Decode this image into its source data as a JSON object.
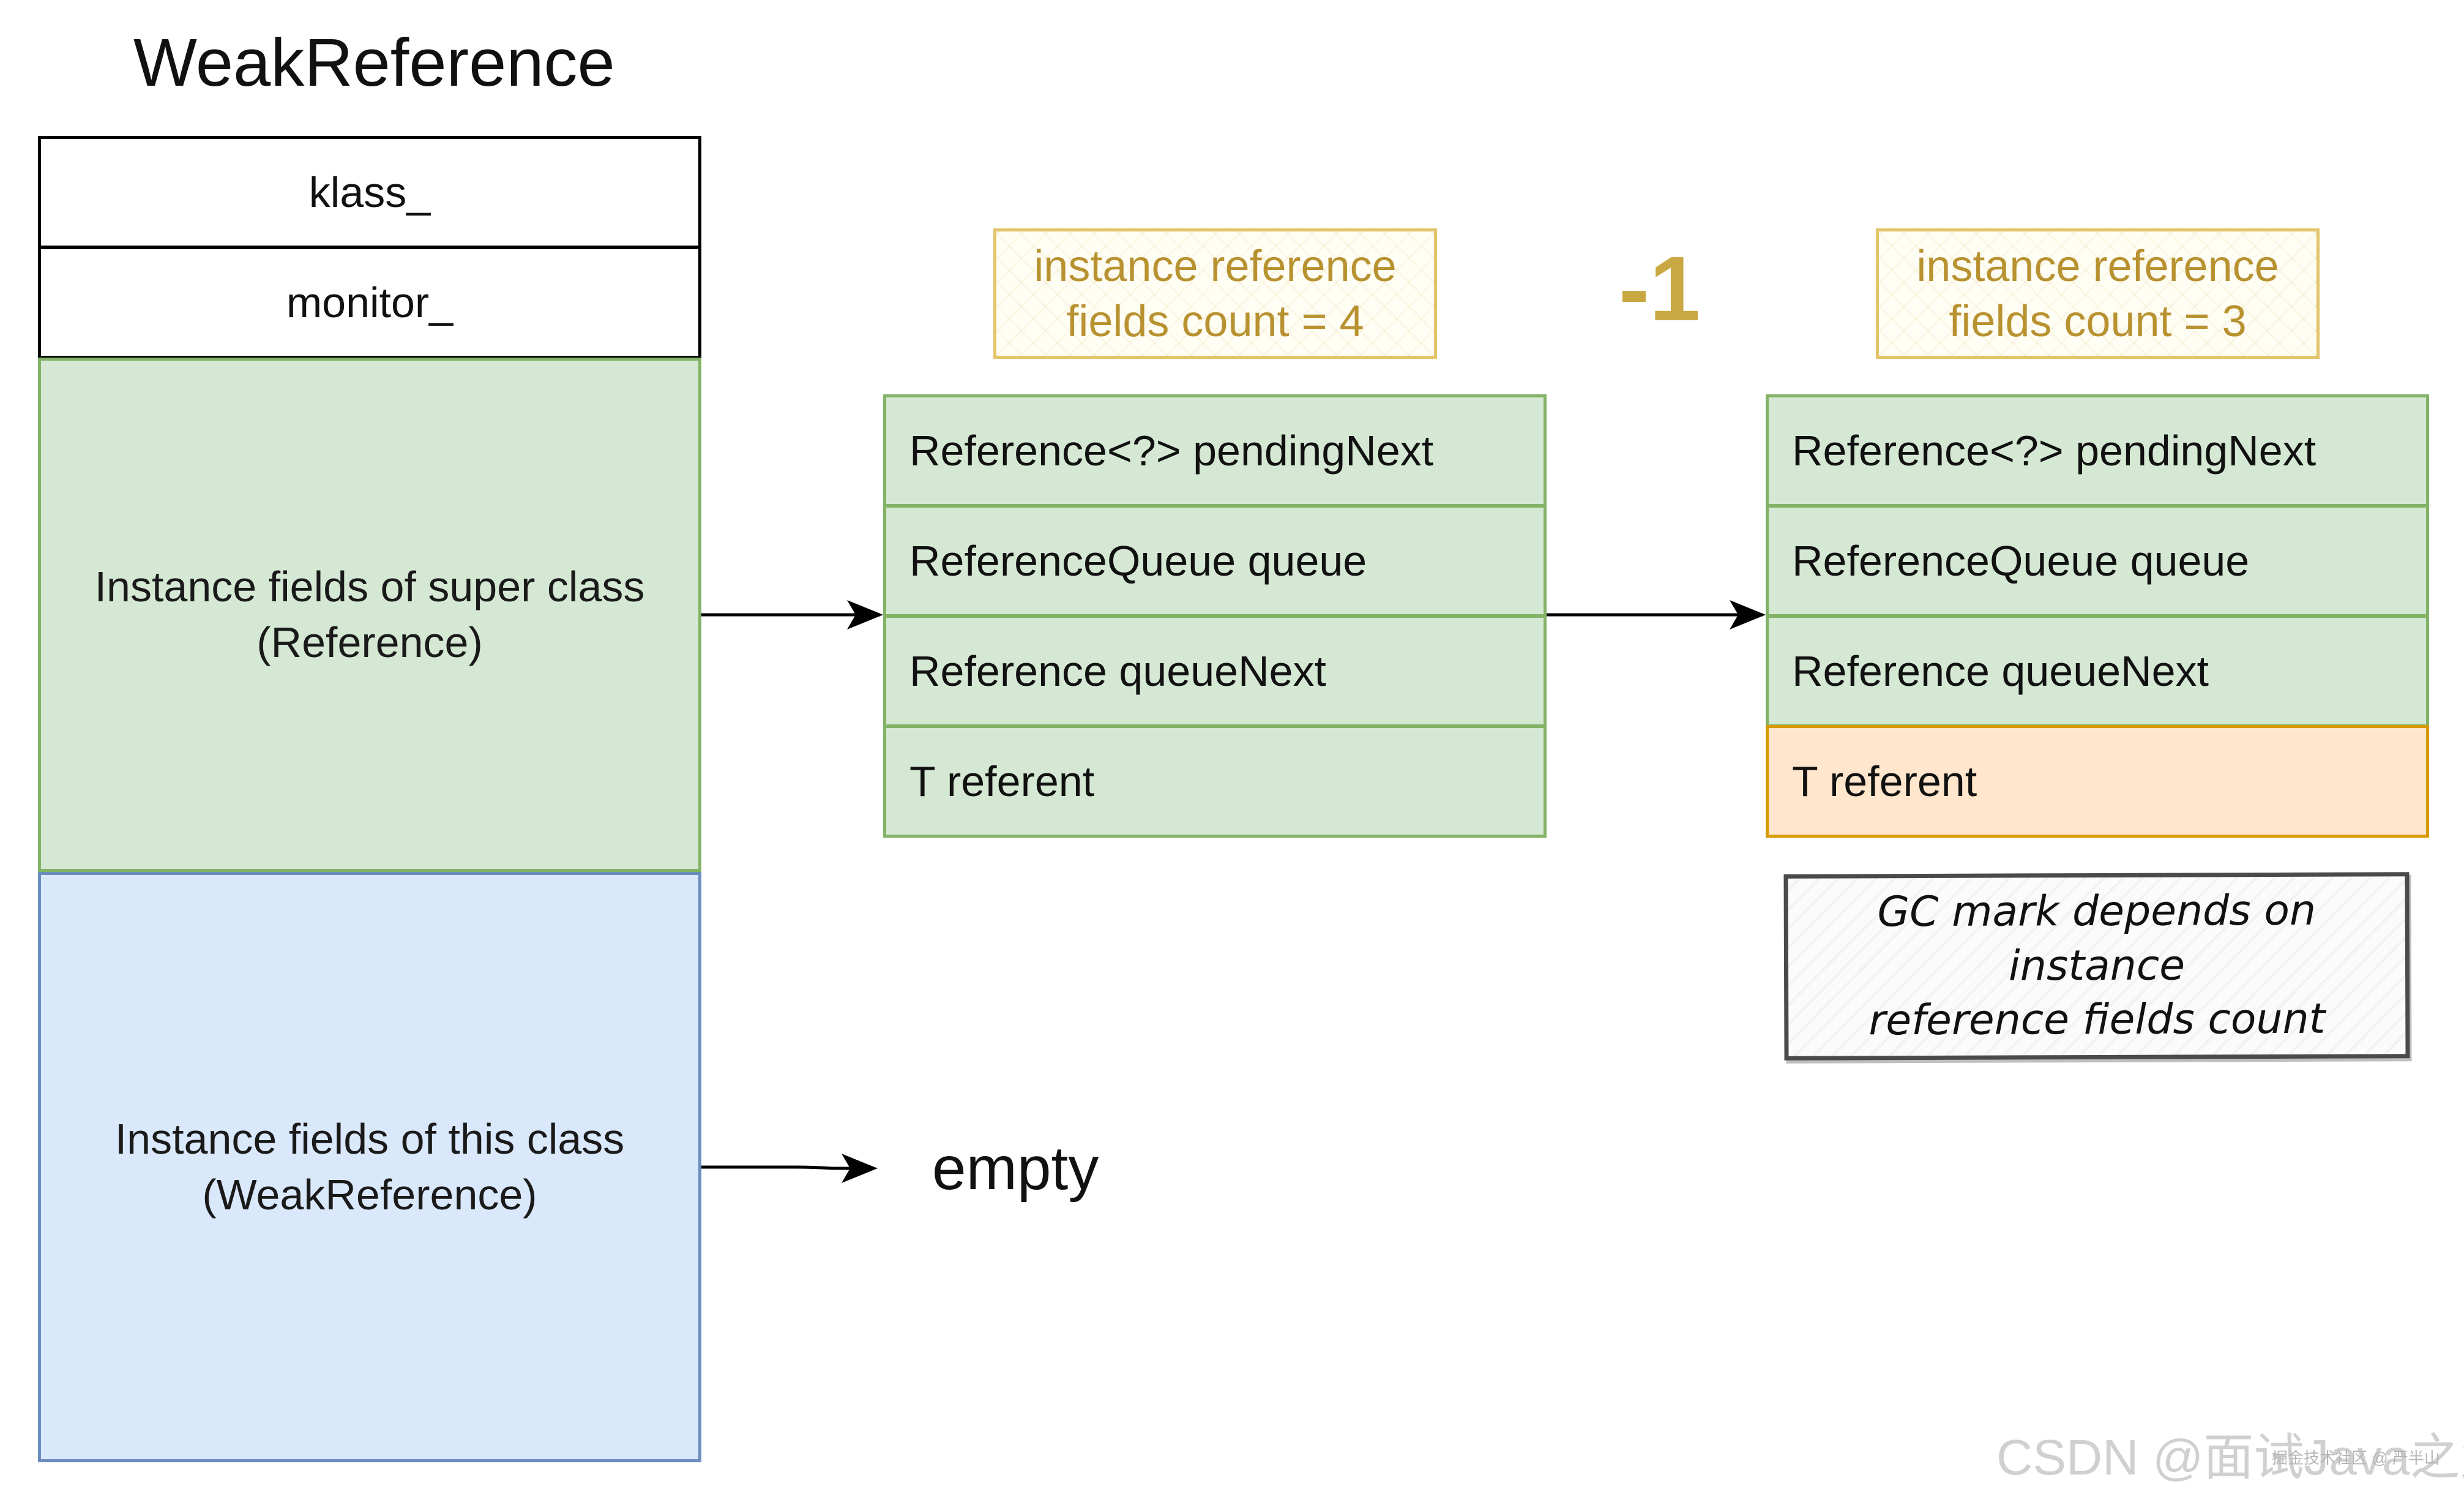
{
  "title": "WeakReference",
  "object_layout": {
    "header_cells": [
      "klass_",
      "monitor_"
    ],
    "super_section": {
      "line1": "Instance fields of super class",
      "line2": "(Reference)",
      "fill": "#d5e8d4",
      "stroke": "#82b366"
    },
    "this_section": {
      "line1": "Instance fields of this class",
      "line2": "(WeakReference)",
      "fill": "#dae8fc",
      "stroke": "#6c8ebf"
    }
  },
  "before_table": {
    "note": {
      "line1": "instance reference",
      "line2": "fields count = 4"
    },
    "fields": [
      "Reference<?> pendingNext",
      "ReferenceQueue queue",
      "Reference queueNext",
      "T referent"
    ]
  },
  "operator": "-1",
  "after_table": {
    "note": {
      "line1": "instance reference",
      "line2": "fields count = 3"
    },
    "fields": [
      "Reference<?> pendingNext",
      "ReferenceQueue queue",
      "Reference queueNext",
      "T referent"
    ],
    "highlighted_field": "T referent",
    "highlight_fill": "#ffe6cc",
    "highlight_stroke": "#d79b00"
  },
  "gc_note": {
    "line1": "GC mark depends on instance",
    "line2": "reference fields count"
  },
  "empty_label": "empty",
  "watermark": {
    "main": "CSDN @面试Java之父",
    "small": "掘金技术社区 @ 严半山"
  }
}
